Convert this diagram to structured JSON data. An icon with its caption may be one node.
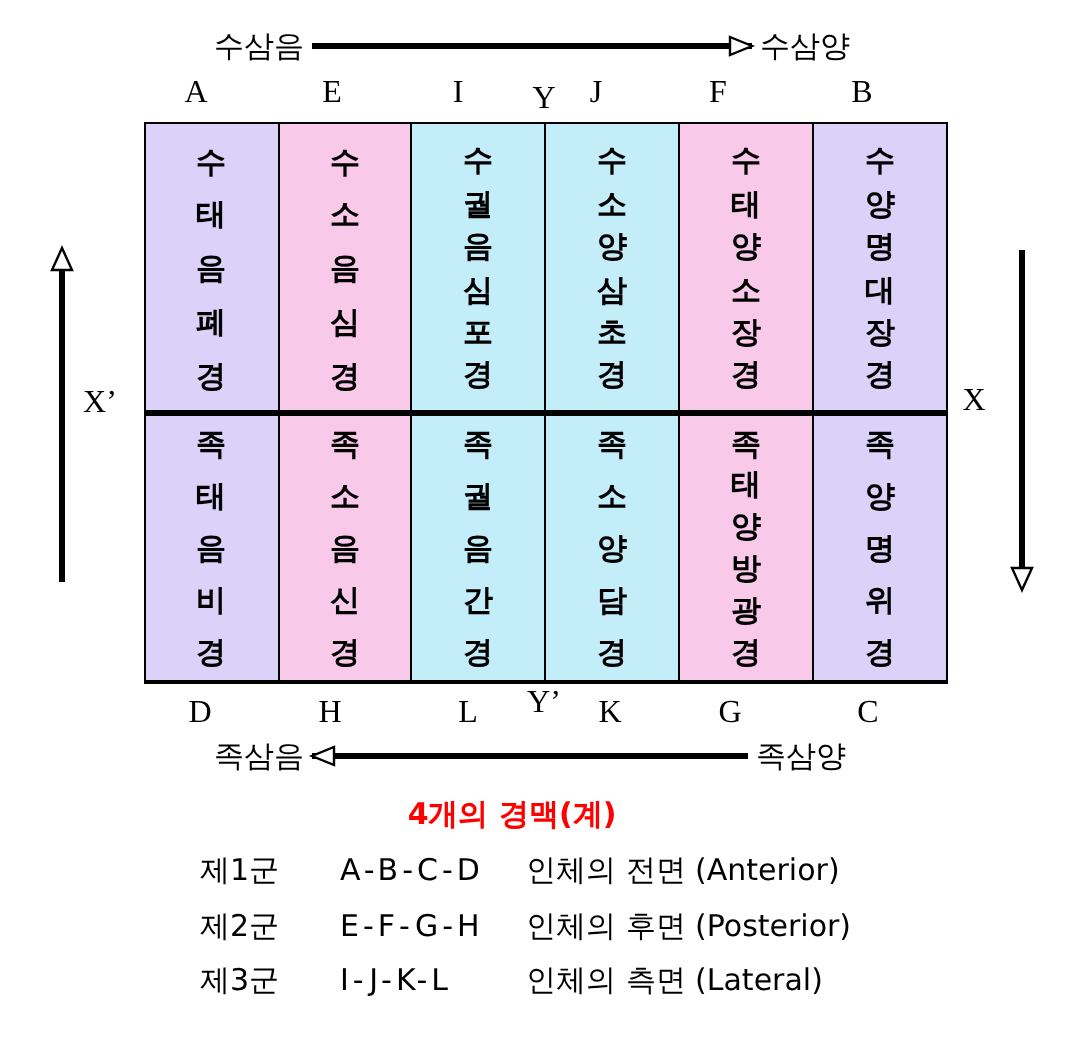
{
  "diagram": {
    "nodes": [
      {
        "text": [
          "수삼음"
        ]
      },
      {
        "text": [
          "수삼양"
        ]
      },
      {
        "text": [
          "수태음폐경"
        ]
      },
      {
        "text": [
          "수소음심경"
        ]
      },
      {
        "text": [
          "수궐음심포경"
        ]
      },
      {
        "text": [
          "수소양삼초경"
        ]
      },
      {
        "text": [
          "수태양소장경"
        ]
      },
      {
        "text": [
          "수양명대장경"
        ]
      },
      {
        "text": [
          "족태음비경"
        ]
      },
      {
        "text": [
          "족소음신경"
        ]
      },
      {
        "text": [
          "족궐음간경"
        ]
      },
      {
        "text": [
          "족소양담경"
        ]
      },
      {
        "text": [
          "족태양방광경"
        ]
      },
      {
        "text": [
          "족양명위경"
        ]
      },
      {
        "text": [
          "족삼음"
        ]
      },
      {
        "text": [
          "족삼양"
        ]
      }
    ],
    "edges": [
      {
        "from": 0,
        "to": 1,
        "arrow": "to"
      },
      {
        "from": 15,
        "to": 14,
        "arrow": "to"
      }
    ],
    "labels": [
      "A",
      "E",
      "I",
      "Y",
      "J",
      "F",
      "B",
      "X’",
      "X",
      "D",
      "H",
      "L",
      "Y’",
      "K",
      "G",
      "C",
      "4개의 경맥(계)",
      "제1군",
      "A-B-C-D",
      "인체의 전면 (Anterior)",
      "제2군",
      "E-F-G-H",
      "인체의 후면 (Posterior)",
      "제3군",
      "I-J-K-L",
      "인체의 측면 (Lateral)"
    ]
  }
}
